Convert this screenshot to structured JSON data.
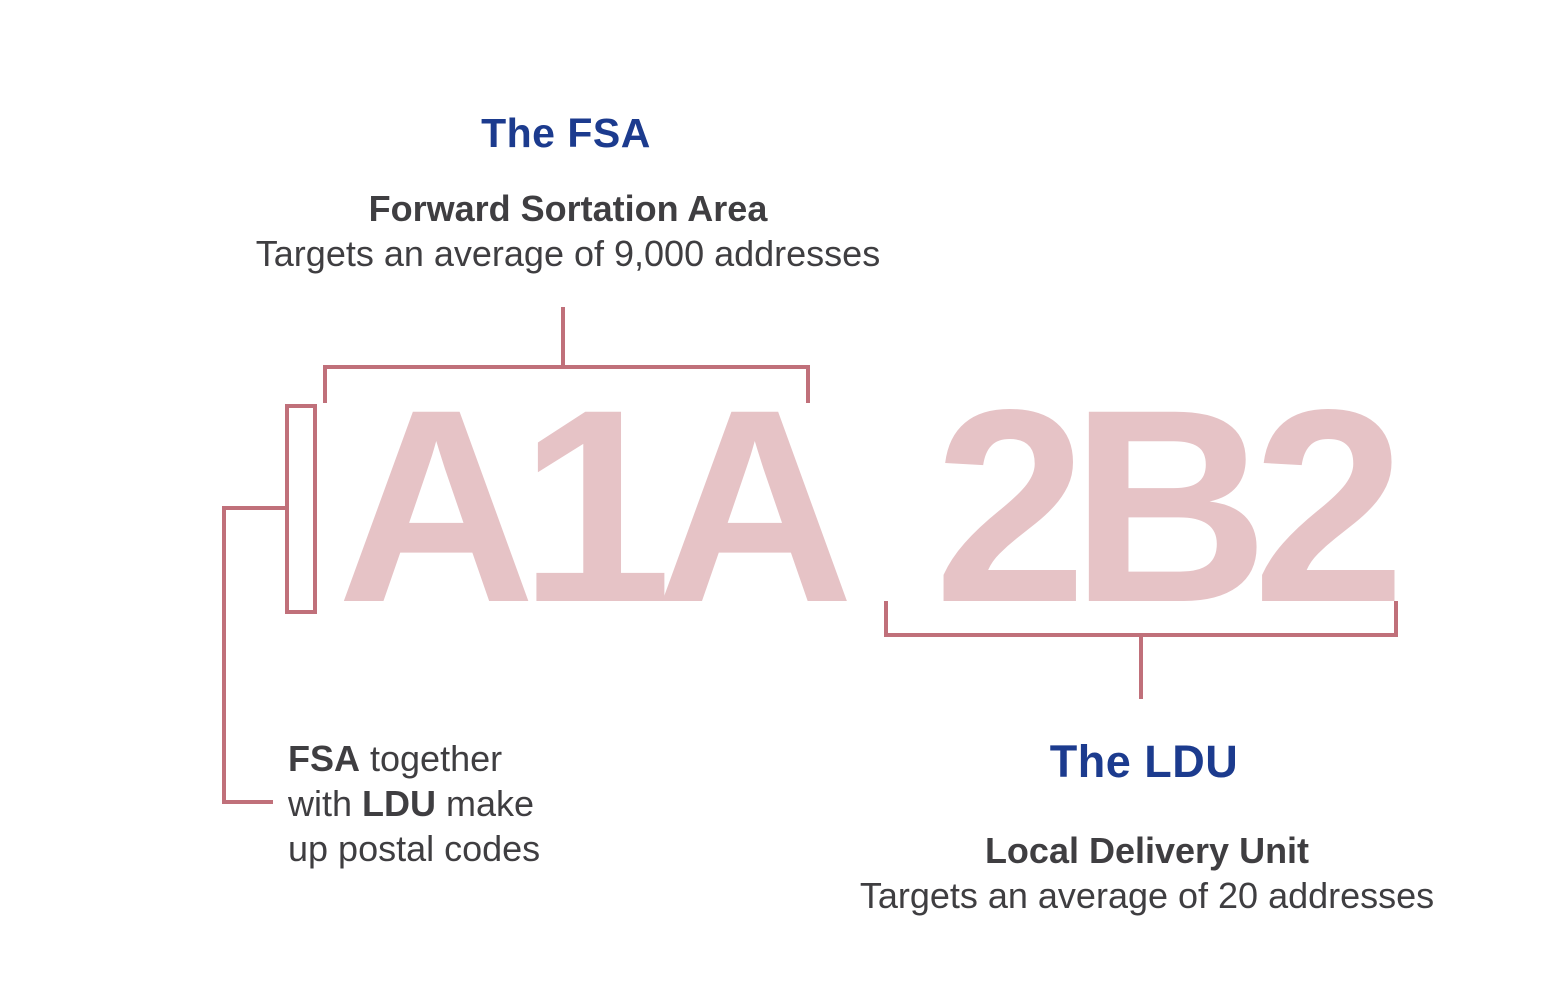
{
  "colors": {
    "title_navy": "#1c3b8e",
    "body_dark": "#3f3e41",
    "code_pink": "#e6c3c6",
    "line_rose": "#c0707a",
    "background": "#ffffff"
  },
  "fsa": {
    "title": "The FSA",
    "subtitle": "Forward Sortation Area",
    "description": "Targets an average of 9,000 addresses"
  },
  "ldu": {
    "title": "The LDU",
    "subtitle": "Local Delivery Unit",
    "description": "Targets an average of 20 addresses"
  },
  "postal_code": {
    "fsa_part": "A1A",
    "ldu_part": "2B2"
  },
  "note": {
    "line1_bold": "FSA",
    "line1_rest": " together",
    "line2_pre": "with ",
    "line2_bold": "LDU",
    "line2_rest": " make",
    "line3": "up postal codes"
  }
}
